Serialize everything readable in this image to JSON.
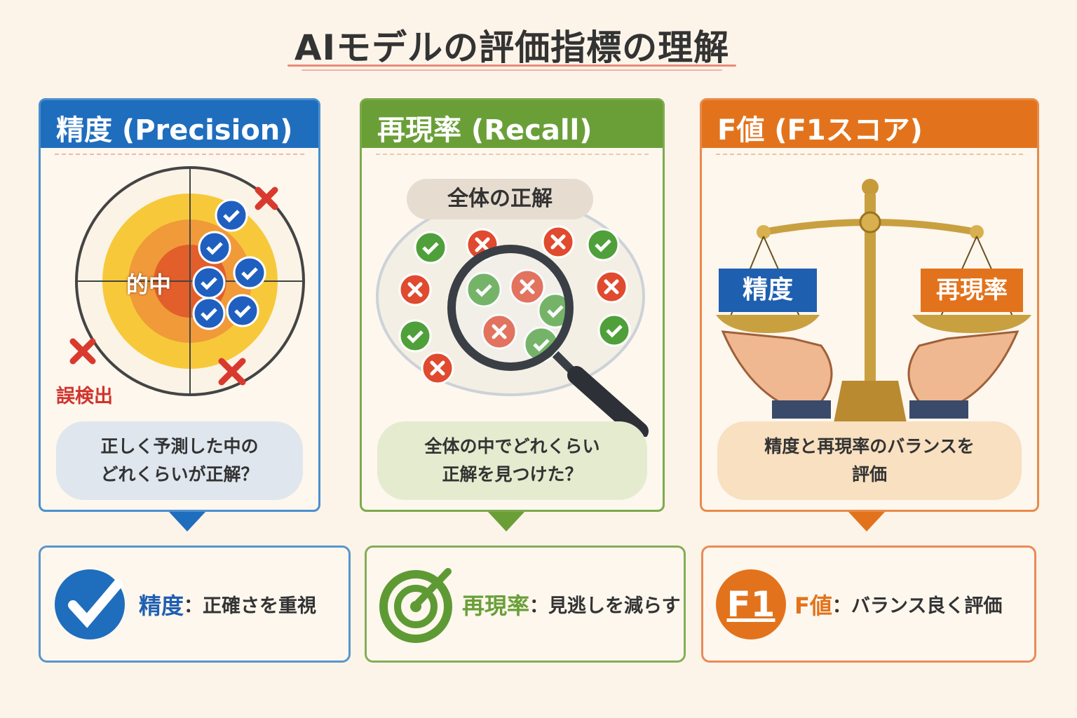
{
  "title": "AIモデルの評価指標の理解",
  "colors": {
    "precision": "#1f6dbd",
    "recall": "#6a9f38",
    "f1": "#e2731c",
    "background": "#fcf4e9"
  },
  "cards": [
    {
      "header": "精度 (Precision)",
      "labels": {
        "hit": "的中",
        "false_detect": "誤検出"
      },
      "question_line1": "正しく予測した中の",
      "question_line2": "どれくらいが正解？"
    },
    {
      "header": "再現率 (Recall)",
      "labels": {
        "all_correct": "全体の正解"
      },
      "question_line1": "全体の中でどれくらい",
      "question_line2": "正解を見つけた？"
    },
    {
      "header": "F値 (F1スコア)",
      "labels": {
        "left_pan": "精度",
        "right_pan": "再現率"
      },
      "question_line1": "精度と再現率のバランスを",
      "question_line2": "評価"
    }
  ],
  "summary": [
    {
      "key": "精度",
      "value": "：正確さを重視",
      "icon": "check-circle-icon"
    },
    {
      "key": "再現率",
      "value": "：見逃しを減らす",
      "icon": "target-check-icon"
    },
    {
      "key": "F値",
      "value": "：バランス良く評価",
      "icon": "f1-badge-icon",
      "badge": "F1"
    }
  ]
}
